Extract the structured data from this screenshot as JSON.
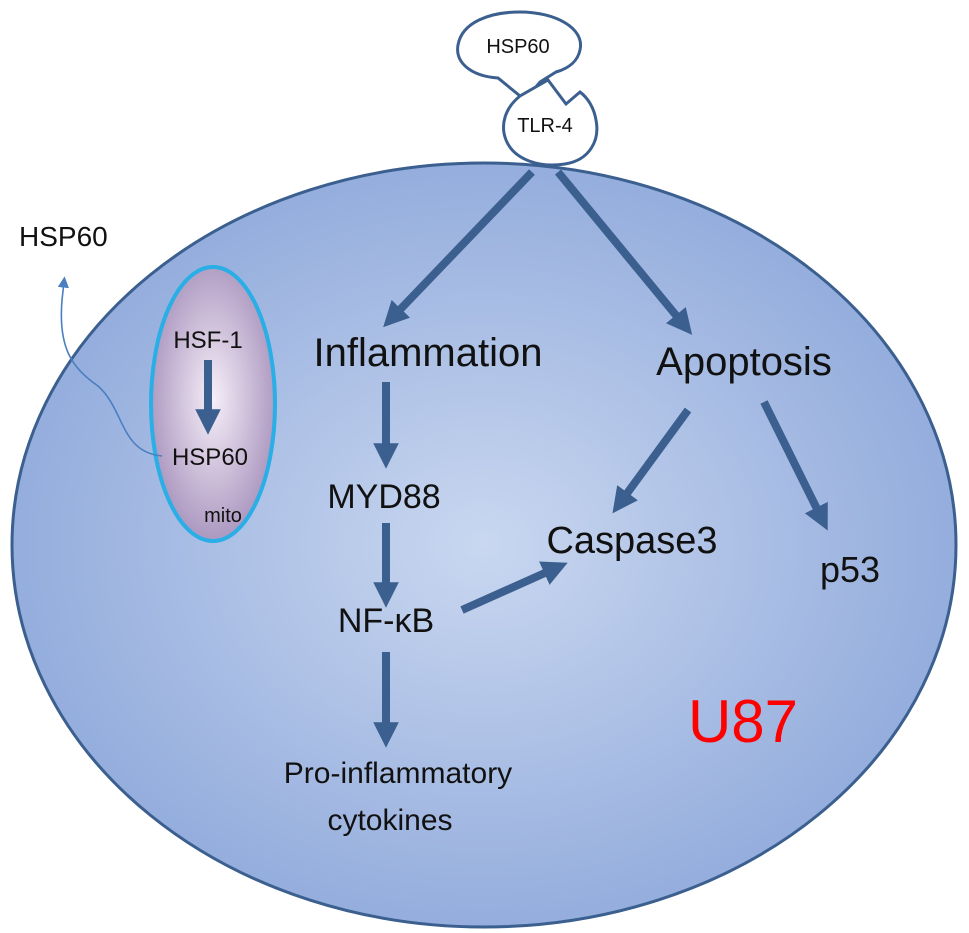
{
  "receptor": {
    "ligand": "HSP60",
    "receptor": "TLR-4"
  },
  "extracellular": {
    "label": "HSP60"
  },
  "mitochondrion": {
    "gene": "HSF-1",
    "product": "HSP60",
    "label": "mito"
  },
  "pathways": {
    "inflammation": "Inflammation",
    "apoptosis": "Apoptosis",
    "myd88": "MYD88",
    "nfkb": "NF-κB",
    "caspase3": "Caspase3",
    "p53": "p53",
    "cytokines_line1": "Pro-inflammatory",
    "cytokines_line2": "cytokines"
  },
  "cell_line": {
    "label": "U87",
    "color": "#ff0000"
  },
  "colors": {
    "cell_center": "#c9d7f0",
    "cell_edge": "#8fa9db",
    "cell_border": "#3b5f8f",
    "arrow": "#3b5f8f",
    "mito_ring": "#29aee6",
    "mito_center": "#f6eef8",
    "mito_edge": "#a18bb8",
    "text": "#111111"
  }
}
